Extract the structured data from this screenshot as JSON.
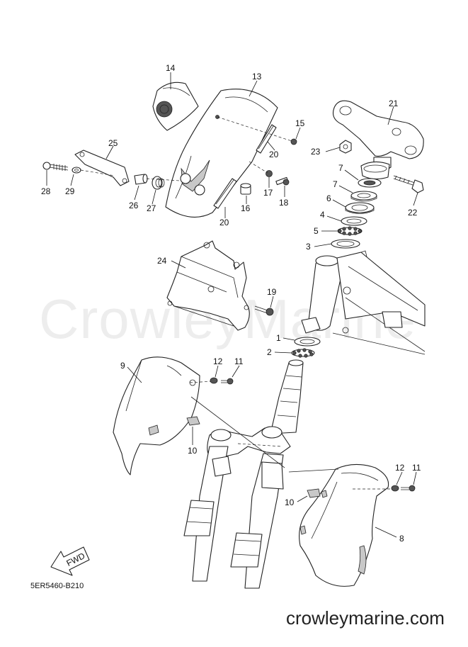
{
  "watermark": "CrowleyMarine",
  "diagram_code": "5ER5460-B210",
  "site_url": "crowleymarine.com",
  "fwd_label": "FWD",
  "callouts": [
    {
      "id": "c14",
      "label": "14"
    },
    {
      "id": "c13",
      "label": "13"
    },
    {
      "id": "c15",
      "label": "15"
    },
    {
      "id": "c20a",
      "label": "20"
    },
    {
      "id": "c20b",
      "label": "20"
    },
    {
      "id": "c25",
      "label": "25"
    },
    {
      "id": "c28",
      "label": "28"
    },
    {
      "id": "c29",
      "label": "29"
    },
    {
      "id": "c26",
      "label": "26"
    },
    {
      "id": "c27",
      "label": "27"
    },
    {
      "id": "c16",
      "label": "16"
    },
    {
      "id": "c17",
      "label": "17"
    },
    {
      "id": "c18",
      "label": "18"
    },
    {
      "id": "c21",
      "label": "21"
    },
    {
      "id": "c23",
      "label": "23"
    },
    {
      "id": "c7a",
      "label": "7"
    },
    {
      "id": "c7b",
      "label": "7"
    },
    {
      "id": "c6",
      "label": "6"
    },
    {
      "id": "c4",
      "label": "4"
    },
    {
      "id": "c5",
      "label": "5"
    },
    {
      "id": "c3",
      "label": "3"
    },
    {
      "id": "c22",
      "label": "22"
    },
    {
      "id": "c24",
      "label": "24"
    },
    {
      "id": "c19",
      "label": "19"
    },
    {
      "id": "c1",
      "label": "1"
    },
    {
      "id": "c2",
      "label": "2"
    },
    {
      "id": "c9",
      "label": "9"
    },
    {
      "id": "c12a",
      "label": "12"
    },
    {
      "id": "c11a",
      "label": "11"
    },
    {
      "id": "c10a",
      "label": "10"
    },
    {
      "id": "c12b",
      "label": "12"
    },
    {
      "id": "c11b",
      "label": "11"
    },
    {
      "id": "c10b",
      "label": "10"
    },
    {
      "id": "c8",
      "label": "8"
    }
  ]
}
